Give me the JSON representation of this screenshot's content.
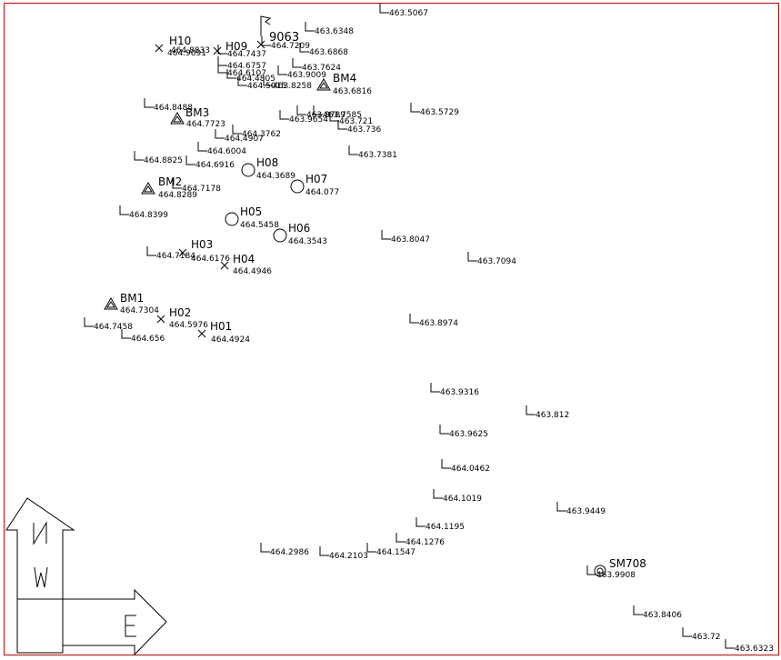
{
  "spot_heights": [
    {
      "id": "s1",
      "v": "463.5067"
    },
    {
      "id": "s2",
      "v": "463.6348"
    },
    {
      "id": "s3",
      "v": "464.7209"
    },
    {
      "id": "s4",
      "v": "463.6868"
    },
    {
      "id": "s5",
      "v": "464.7437"
    },
    {
      "id": "s6",
      "v": "464.6757"
    },
    {
      "id": "s7",
      "v": "464.6107"
    },
    {
      "id": "s8",
      "v": "463.7624"
    },
    {
      "id": "s9",
      "v": "463.9009"
    },
    {
      "id": "s10",
      "v": "464.4805"
    },
    {
      "id": "s11",
      "v": "464.5015"
    },
    {
      "id": "s12",
      "v": "463.8258"
    },
    {
      "id": "s13",
      "v": "464.8488"
    },
    {
      "id": "s14",
      "v": "463.9654"
    },
    {
      "id": "s15",
      "v": "463.8789"
    },
    {
      "id": "s16",
      "v": "463.7585"
    },
    {
      "id": "s17",
      "v": "463.721"
    },
    {
      "id": "s18",
      "v": "463.5729"
    },
    {
      "id": "s19",
      "v": "463.736"
    },
    {
      "id": "s20",
      "v": "464.3762"
    },
    {
      "id": "s21",
      "v": "464.4907"
    },
    {
      "id": "s22",
      "v": "464.6004"
    },
    {
      "id": "s23",
      "v": "463.7381"
    },
    {
      "id": "s24",
      "v": "464.8825"
    },
    {
      "id": "s25",
      "v": "464.6916"
    },
    {
      "id": "s26",
      "v": "464.7178"
    },
    {
      "id": "s27",
      "v": "464.8399"
    },
    {
      "id": "s28",
      "v": "463.8047"
    },
    {
      "id": "s29",
      "v": "463.7094"
    },
    {
      "id": "s30",
      "v": "464.7184"
    },
    {
      "id": "s31",
      "v": "464.7458"
    },
    {
      "id": "s32",
      "v": "464.656"
    },
    {
      "id": "s33",
      "v": "463.8974"
    },
    {
      "id": "s34",
      "v": "463.9316"
    },
    {
      "id": "s35",
      "v": "463.812"
    },
    {
      "id": "s36",
      "v": "463.9625"
    },
    {
      "id": "s37",
      "v": "464.0462"
    },
    {
      "id": "s38",
      "v": "464.1019"
    },
    {
      "id": "s39",
      "v": "463.9449"
    },
    {
      "id": "s40",
      "v": "464.1195"
    },
    {
      "id": "s41",
      "v": "464.1276"
    },
    {
      "id": "s42",
      "v": "464.2986"
    },
    {
      "id": "s43",
      "v": "464.2103"
    },
    {
      "id": "s44",
      "v": "464.1547"
    },
    {
      "id": "s45",
      "v": "463.9908"
    },
    {
      "id": "s46",
      "v": "463.8406"
    },
    {
      "id": "s47",
      "v": "463.72"
    },
    {
      "id": "s48",
      "v": "463.6323"
    }
  ],
  "control_points": [
    {
      "id": "h10",
      "name": "H10",
      "v": "464.9091",
      "v2": "464.8833",
      "symbol": "cross"
    },
    {
      "id": "h09",
      "name": "H09",
      "v": "",
      "symbol": "cross"
    },
    {
      "id": "p9063",
      "name": "9063",
      "v": "",
      "symbol": "cross"
    },
    {
      "id": "bm4",
      "name": "BM4",
      "v": "463.6816",
      "symbol": "triangle"
    },
    {
      "id": "bm3",
      "name": "BM3",
      "v": "464.7723",
      "symbol": "triangle"
    },
    {
      "id": "h08",
      "name": "H08",
      "v": "464.3689",
      "symbol": "circle"
    },
    {
      "id": "h07",
      "name": "H07",
      "v": "464.077",
      "symbol": "circle"
    },
    {
      "id": "bm2",
      "name": "BM2",
      "v": "464.8289",
      "symbol": "triangle"
    },
    {
      "id": "h05",
      "name": "H05",
      "v": "464.5458",
      "symbol": "circle"
    },
    {
      "id": "h06",
      "name": "H06",
      "v": "464.3543",
      "symbol": "circle"
    },
    {
      "id": "h03",
      "name": "H03",
      "v": "464.6176",
      "symbol": "cross"
    },
    {
      "id": "h04",
      "name": "H04",
      "v": "464.4946",
      "symbol": "cross"
    },
    {
      "id": "bm1",
      "name": "BM1",
      "v": "464.7304",
      "symbol": "triangle"
    },
    {
      "id": "h02",
      "name": "H02",
      "v": "464.5976",
      "symbol": "cross"
    },
    {
      "id": "h01",
      "name": "H01",
      "v": "464.4924",
      "symbol": "cross"
    },
    {
      "id": "sm708",
      "name": "SM708",
      "v": "",
      "symbol": "double-circle"
    }
  ],
  "compass": {
    "north": "N",
    "west": "W",
    "east": "E"
  },
  "colors": {
    "frame": "#cc0000",
    "ink": "#000000",
    "background": "#ffffff"
  }
}
